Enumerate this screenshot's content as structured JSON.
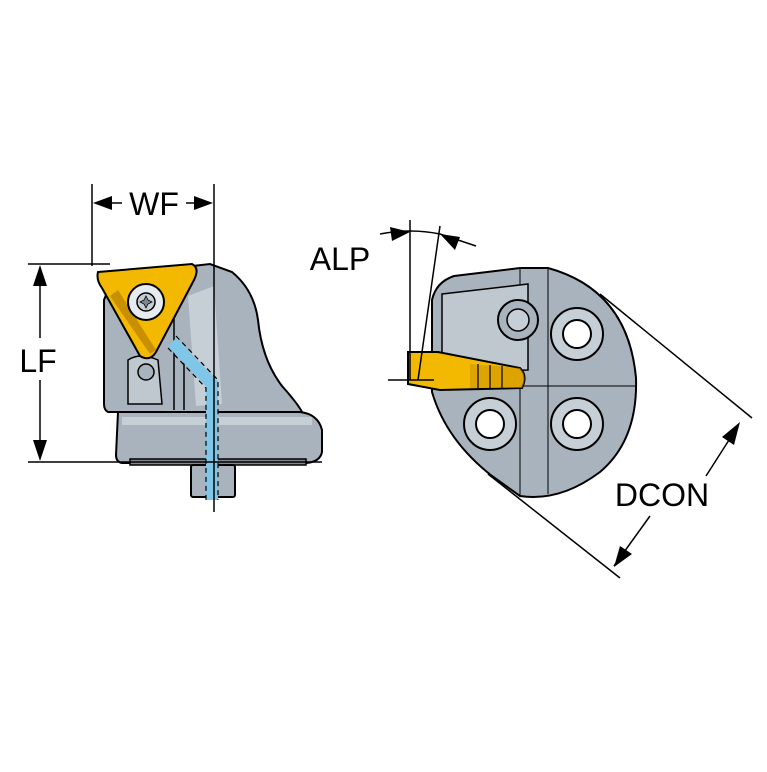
{
  "labels": {
    "wf": "WF",
    "lf": "LF",
    "alp": "ALP",
    "dcon": "DCON"
  },
  "colors": {
    "body_gray": "#a9b3bd",
    "body_light": "#c6ced6",
    "body_dark": "#7f8891",
    "insert_yellow": "#f2b900",
    "insert_dark": "#c88f00",
    "coolant_blue": "#7fc6e8",
    "outline": "#000000"
  },
  "icons": [
    "torx-screw-icon",
    "bolt-hole-icon"
  ]
}
